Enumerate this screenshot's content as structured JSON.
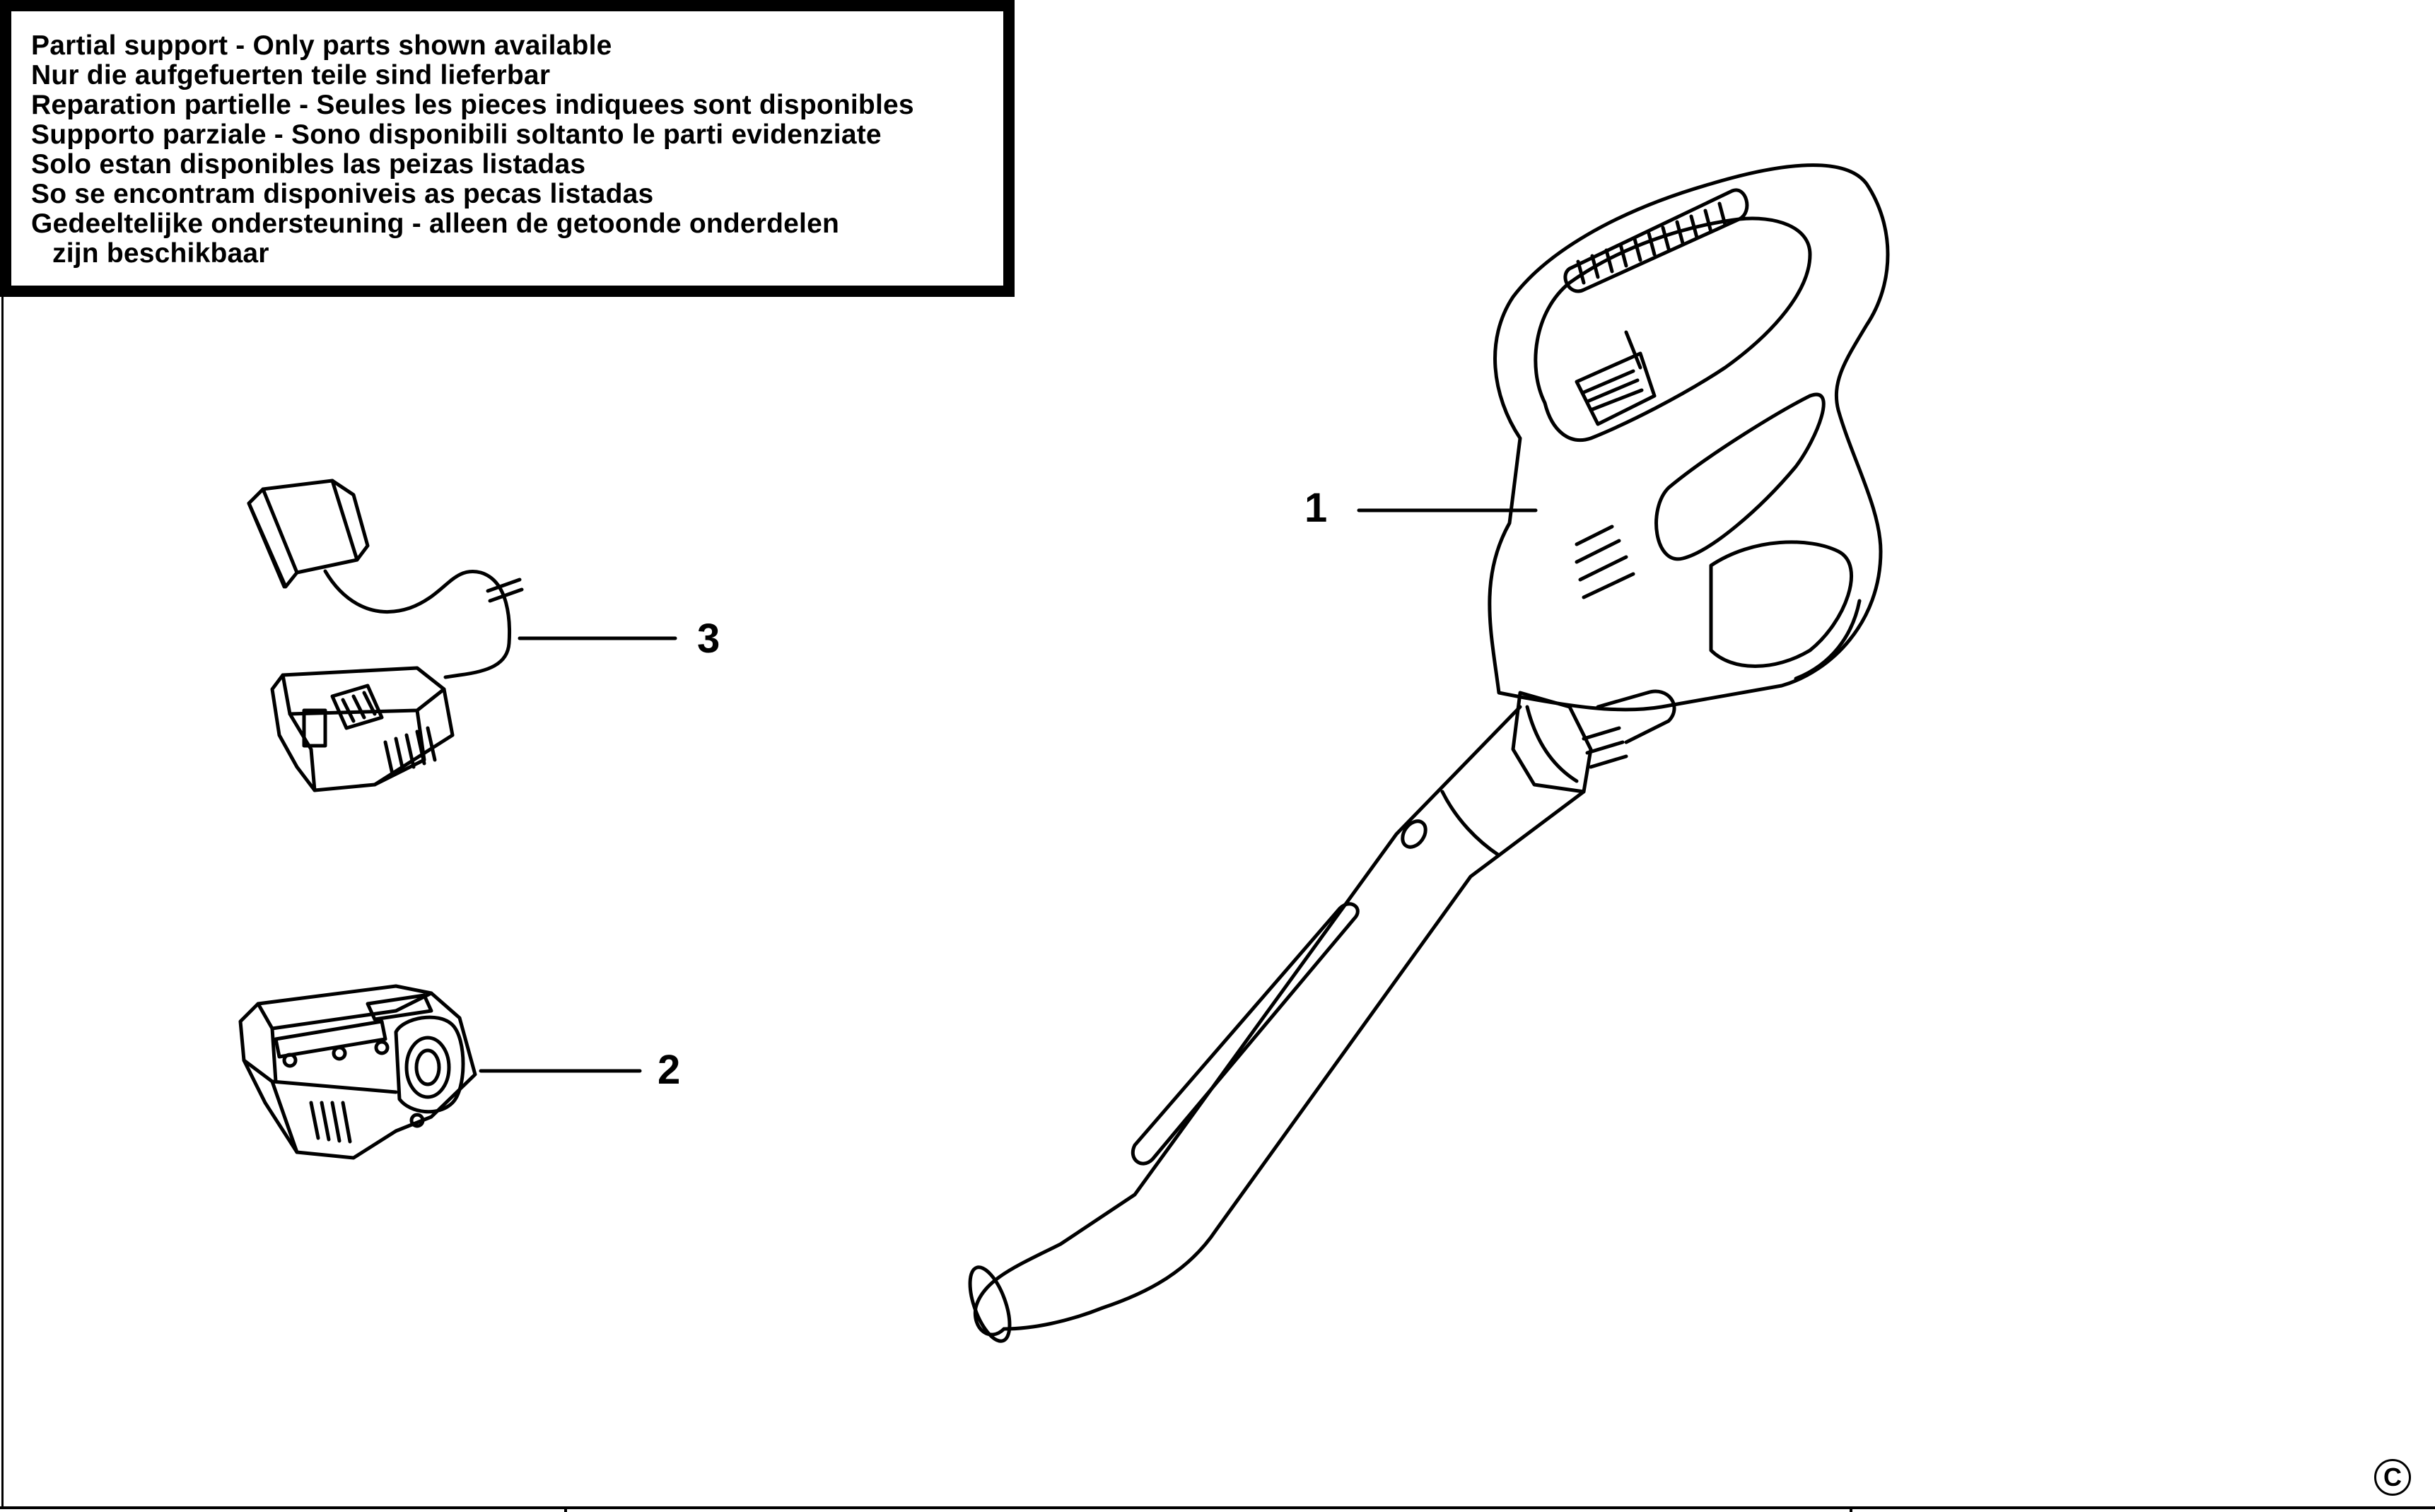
{
  "notice": {
    "lines": [
      "Partial support - Only parts shown available",
      "Nur die aufgefuerten teile sind lieferbar",
      "Reparation partielle - Seules les pieces indiquees sont disponibles",
      "Supporto parziale - Sono disponibili soltanto le parti evidenziate",
      "Solo estan disponibles las peizas listadas",
      "So se encontram disponiveis as pecas listadas",
      "Gedeeltelijke ondersteuning - alleen de getoonde onderdelen",
      "zijn beschikbaar"
    ]
  },
  "callouts": {
    "part1": "1",
    "part2": "2",
    "part3": "3"
  },
  "copyright_symbol": "C"
}
